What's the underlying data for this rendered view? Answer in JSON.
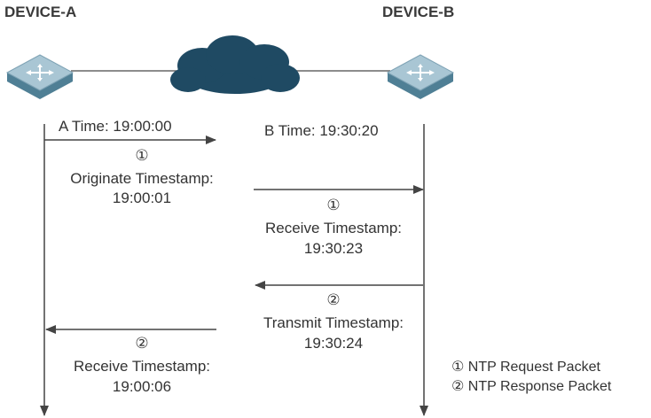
{
  "devices": {
    "a": "DEVICE-A",
    "b": "DEVICE-B"
  },
  "times": {
    "a": "A Time: 19:00:00",
    "b": "B Time: 19:30:20"
  },
  "steps": [
    {
      "marker": "①",
      "label": "Originate Timestamp:",
      "value": "19:00:01"
    },
    {
      "marker": "①",
      "label": "Receive Timestamp:",
      "value": "19:30:23"
    },
    {
      "marker": "②",
      "label": "Transmit Timestamp:",
      "value": "19:30:24"
    },
    {
      "marker": "②",
      "label": "Receive Timestamp:",
      "value": "19:00:06"
    }
  ],
  "legend": [
    {
      "marker": "①",
      "text": "NTP Request Packet"
    },
    {
      "marker": "②",
      "text": "NTP Response Packet"
    }
  ],
  "colors": {
    "router_top": "#a9c6d4",
    "router_side": "#4f7f95",
    "cloud": "#1f4a63",
    "line": "#444444"
  },
  "icons": {
    "device": "router-icon",
    "network": "cloud-icon"
  }
}
